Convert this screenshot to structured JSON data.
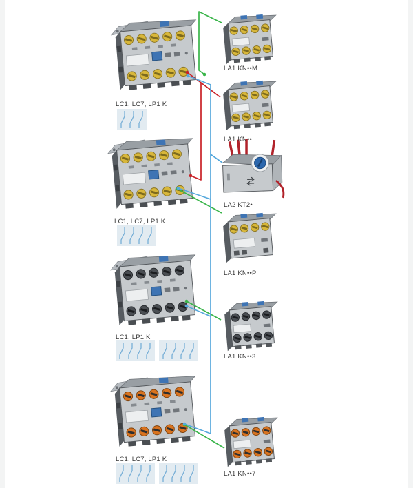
{
  "diagram_title": "Contactor accessory compatibility diagram",
  "colors": {
    "line_green": "#3ab54a",
    "line_red": "#c92127",
    "line_blue": "#55a8dc",
    "symbol_bg": "#e2ebf1",
    "symbol_stroke": "#76aed6",
    "label_text": "#3a3a3a",
    "body_gray": "#c6cacd",
    "body_dark": "#575c61",
    "top_gray": "#999fa4",
    "accent_blue": "#3e74b4",
    "screw_yellow": "#d8b73a",
    "screw_dark": "#4a4e53",
    "screw_orange": "#d9731f",
    "timer_red": "#b1222a",
    "dial_blue": "#2b67ad",
    "page_bg": "#ffffff",
    "margin_gray": "#f3f4f4"
  },
  "contactors": [
    {
      "label": "LC1, LC7, LP1 K",
      "symbol_groups": [
        3
      ]
    },
    {
      "label": "LC1, LC7, LP1 K",
      "symbol_groups": [
        4
      ]
    },
    {
      "label": "LC1, LP1 K",
      "symbol_groups": [
        4,
        4
      ]
    },
    {
      "label": "LC1, LC7, LP1 K",
      "symbol_groups": [
        4,
        4
      ]
    }
  ],
  "accessories": [
    {
      "label": "LA1 KN••M"
    },
    {
      "label": "LA1 KN••"
    },
    {
      "label": "LA2 KT2•"
    },
    {
      "label": "LA1 KN••P"
    },
    {
      "label": "LA1 KN••3"
    },
    {
      "label": "LA1 KN••7"
    }
  ],
  "connections": [
    {
      "color_name": "green",
      "color": "#3ab54a",
      "pairs": [
        [
          "contactor-1",
          "LA1 KN••M"
        ],
        [
          "contactor-2",
          "LA1 KN••P"
        ],
        [
          "contactor-3",
          "LA1 KN••3"
        ],
        [
          "contactor-4",
          "LA1 KN••7"
        ]
      ]
    },
    {
      "color_name": "red",
      "color": "#c92127",
      "pairs": [
        [
          "contactor-1",
          "LA1 KN••"
        ],
        [
          "contactor-2",
          "LA1 KN••"
        ]
      ]
    },
    {
      "color_name": "blue",
      "color": "#55a8dc",
      "pairs": [
        [
          "contactor-1",
          "LA2 KT2•"
        ],
        [
          "contactor-2",
          "LA2 KT2•"
        ],
        [
          "contactor-3",
          "LA2 KT2•"
        ],
        [
          "contactor-4",
          "LA2 KT2•"
        ]
      ]
    }
  ]
}
